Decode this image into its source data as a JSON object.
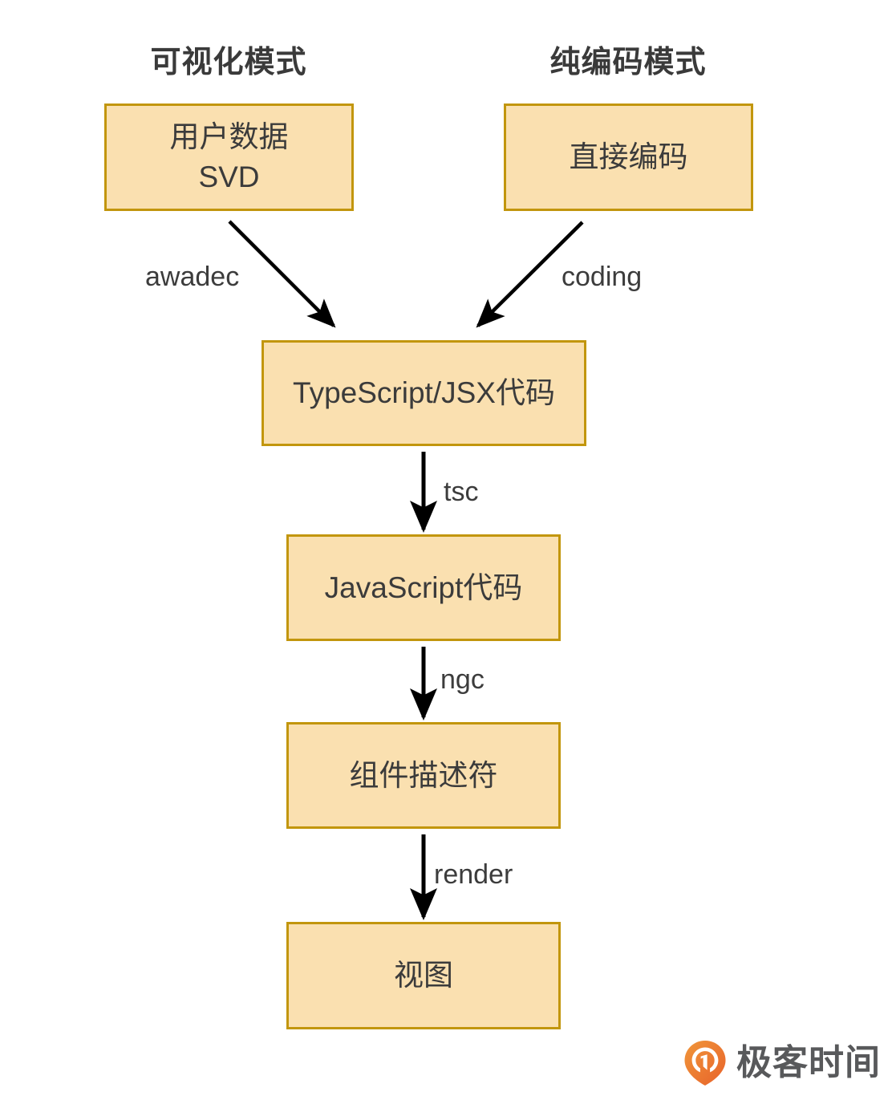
{
  "diagram": {
    "type": "flowchart",
    "orientation": "top-down",
    "headings": [
      {
        "id": "visual",
        "label": "可视化模式"
      },
      {
        "id": "coding",
        "label": "纯编码模式"
      }
    ],
    "nodes": [
      {
        "id": "user-data",
        "label": "用户数据\nSVD"
      },
      {
        "id": "direct-code",
        "label": "直接编码"
      },
      {
        "id": "tsx-code",
        "label": "TypeScript/JSX代码"
      },
      {
        "id": "js-code",
        "label": "JavaScript代码"
      },
      {
        "id": "descriptor",
        "label": "组件描述符"
      },
      {
        "id": "view",
        "label": "视图"
      }
    ],
    "edges": [
      {
        "from": "user-data",
        "to": "tsx-code",
        "label": "awadec",
        "style": "diagonal-right-down"
      },
      {
        "from": "direct-code",
        "to": "tsx-code",
        "label": "coding",
        "style": "diagonal-left-down"
      },
      {
        "from": "tsx-code",
        "to": "js-code",
        "label": "tsc",
        "style": "vertical"
      },
      {
        "from": "js-code",
        "to": "descriptor",
        "label": "ngc",
        "style": "vertical"
      },
      {
        "from": "descriptor",
        "to": "view",
        "label": "render",
        "style": "vertical"
      }
    ],
    "colors": {
      "box_fill": "#fae0b0",
      "box_border": "#c2960d",
      "text": "#3c3c3c",
      "arrow": "#000000",
      "background": "#ffffff",
      "watermark_logo": "#ef7d28",
      "watermark_text": "#58595b"
    }
  },
  "watermark": {
    "brand": "极客时间",
    "logo_icon": "location-pin-icon"
  }
}
